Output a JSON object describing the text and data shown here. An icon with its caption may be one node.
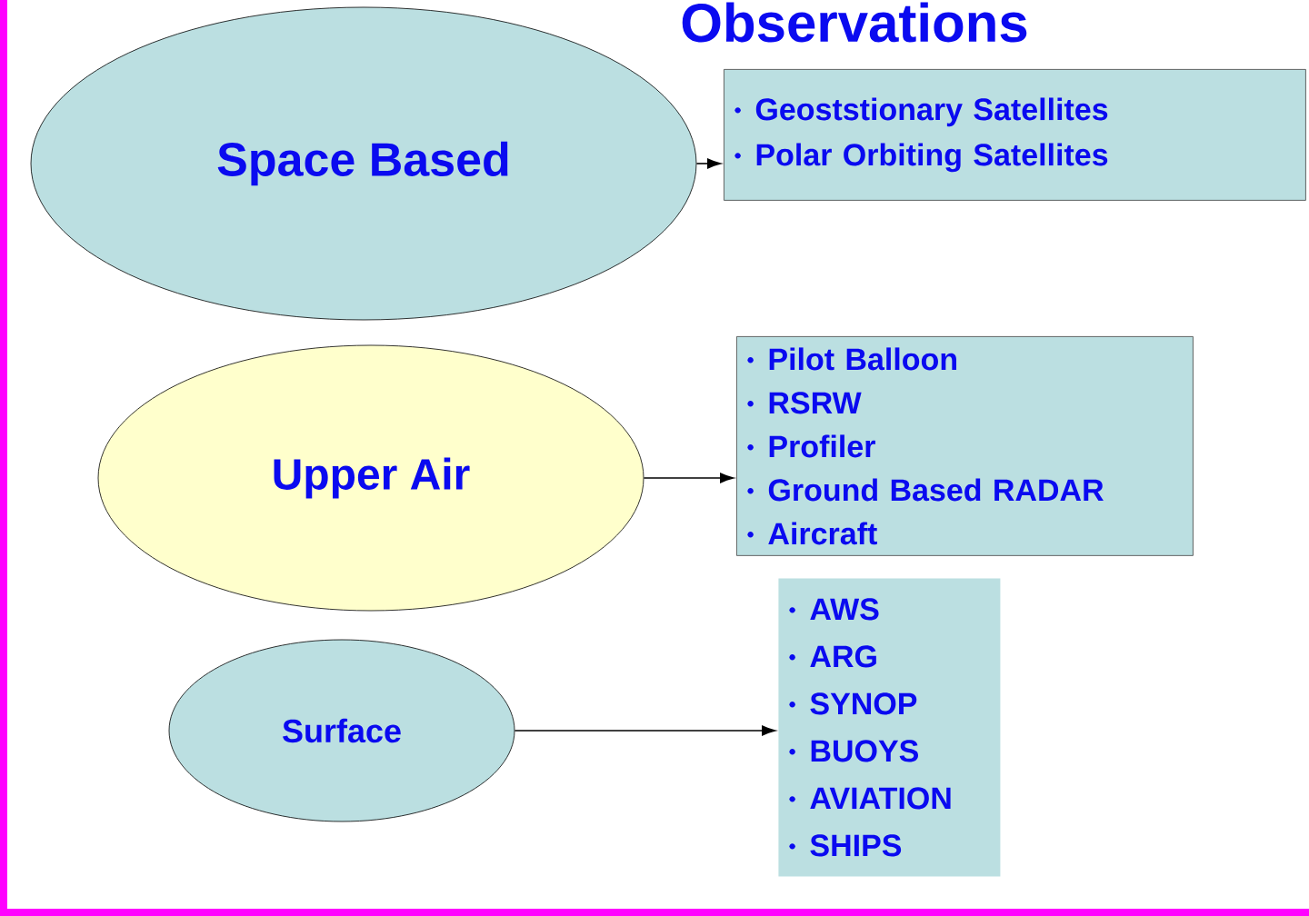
{
  "diagram": {
    "title": "Observations",
    "nodes": [
      {
        "text": [
          "Space Based"
        ]
      },
      {
        "text": [
          "Geoststionary Satellites",
          "Polar Orbiting Satellites"
        ]
      },
      {
        "text": [
          "Upper Air"
        ]
      },
      {
        "text": [
          "Pilot Balloon",
          "RSRW",
          "Profiler",
          "Ground Based RADAR",
          "Aircraft"
        ]
      },
      {
        "text": [
          "Surface"
        ]
      },
      {
        "text": [
          "AWS",
          "ARG",
          "SYNOP",
          "BUOYS",
          "AVIATION",
          "SHIPS"
        ]
      }
    ],
    "edges": [
      {
        "from": 0,
        "to": 1,
        "arrow": "to"
      },
      {
        "from": 2,
        "to": 3,
        "arrow": "to"
      },
      {
        "from": 4,
        "to": 5,
        "arrow": "to"
      }
    ]
  }
}
